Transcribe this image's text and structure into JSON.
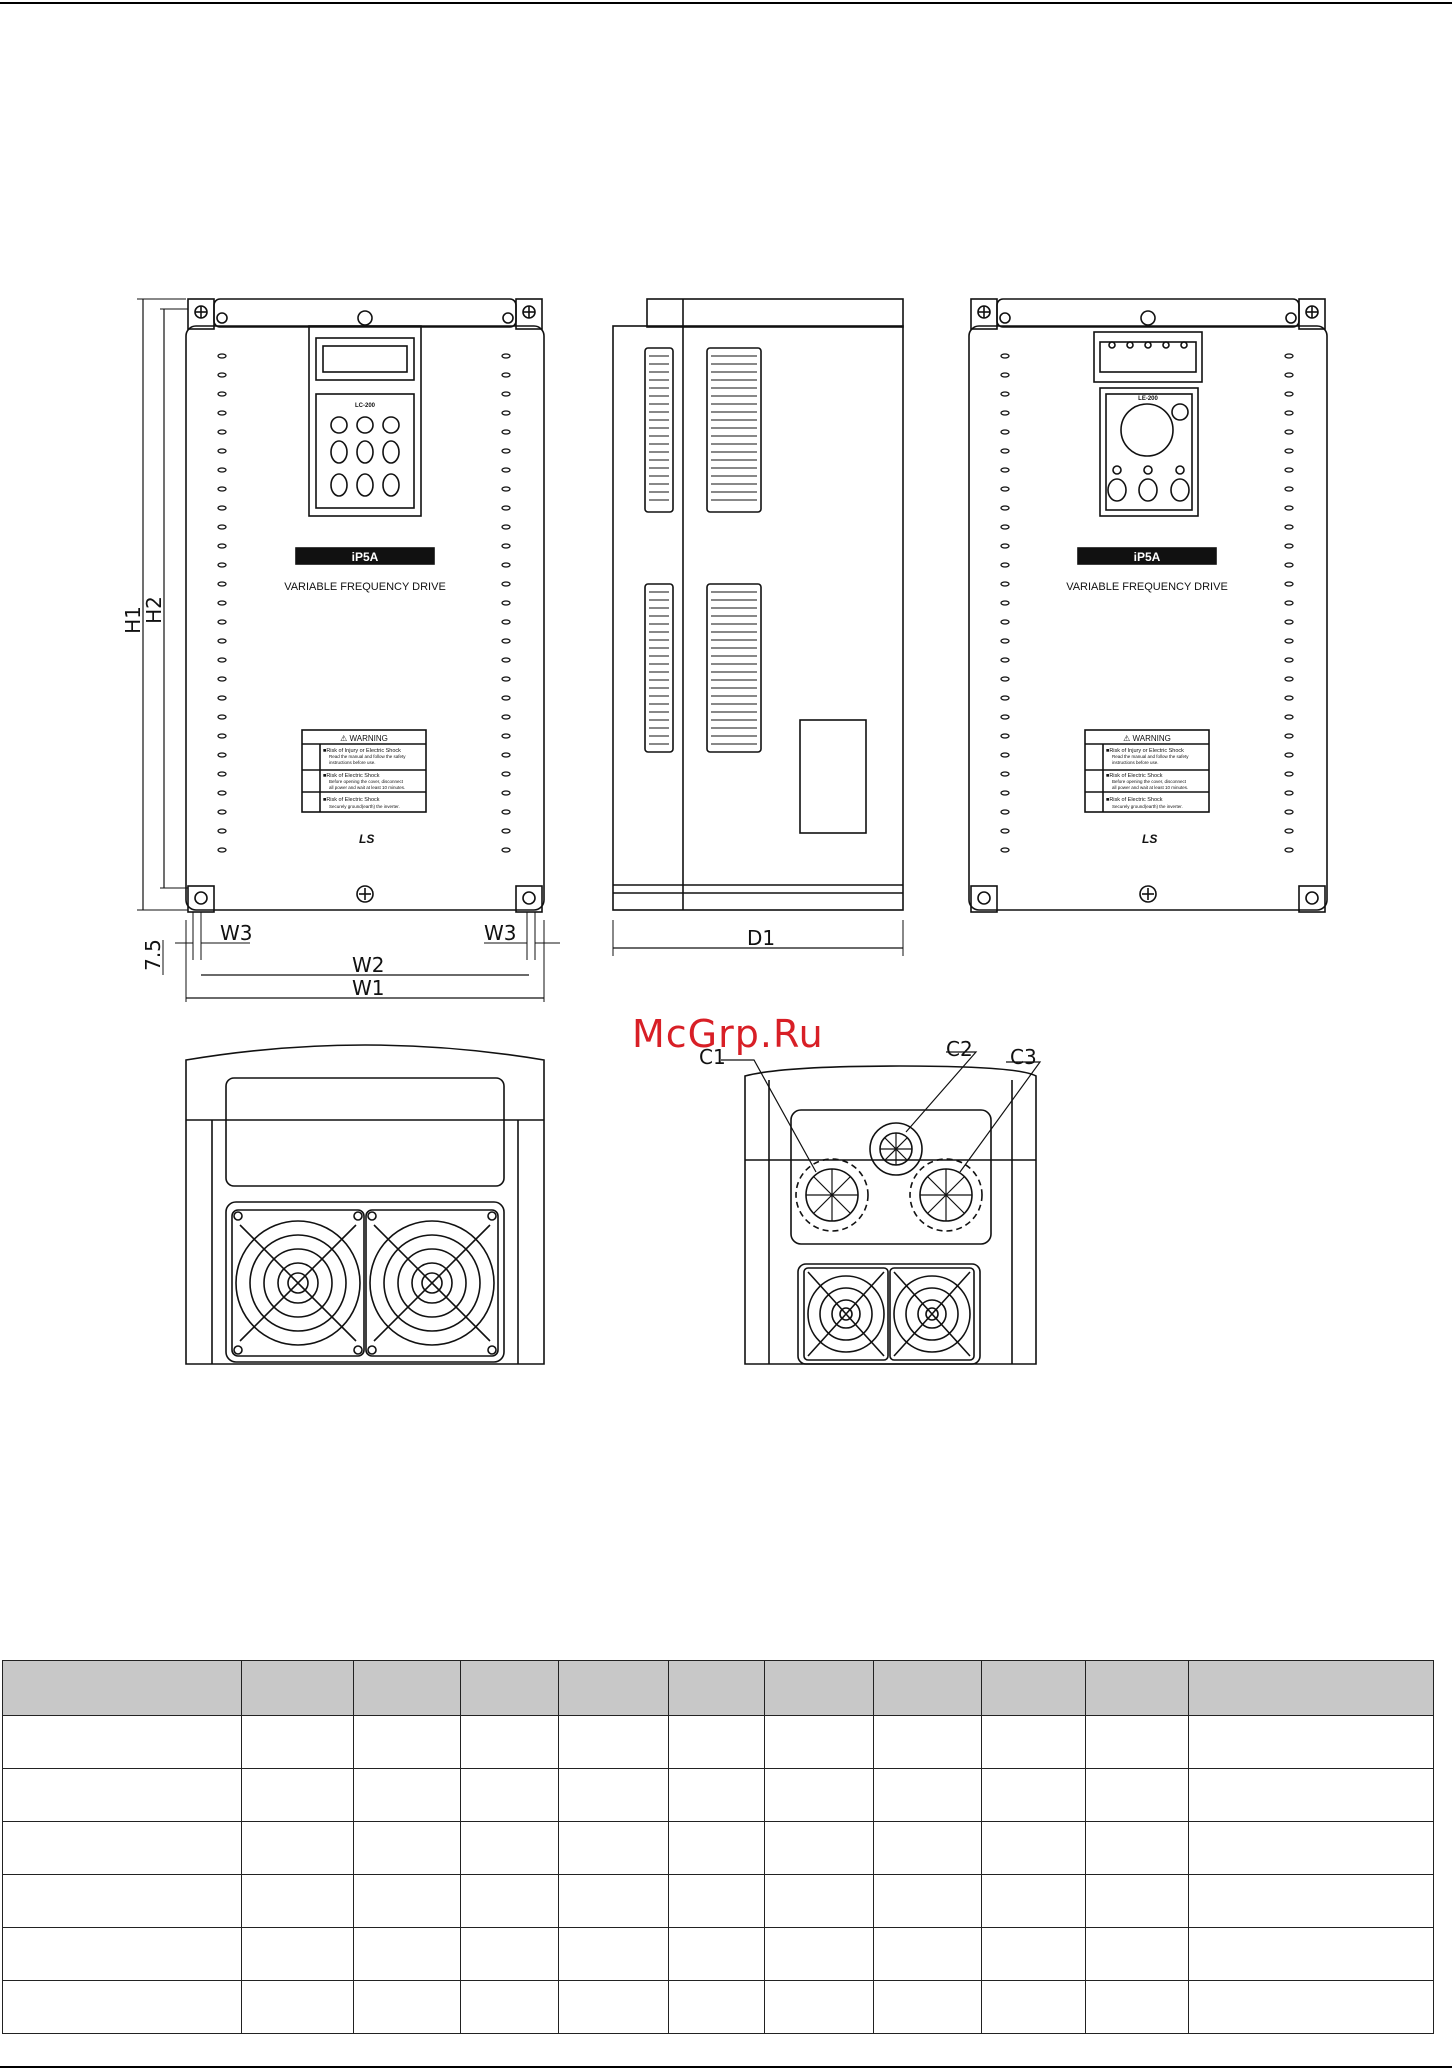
{
  "watermark": "McGrp.Ru",
  "front_view": {
    "keypad_brand": "LC-200",
    "model_badge": "iP5A",
    "subtitle": "VARIABLE FREQUENCY DRIVE",
    "warning_title": "⚠ WARNING",
    "warning_lines": [
      "■Risk of Injury or Electric Shock",
      "Read the manual and follow the safety",
      "instructions before use.",
      "■Risk of Electric Shock",
      "Before opening the cover, disconnect",
      "all power and wait at least 10 minutes.",
      "■Risk of Electric Shock",
      "Securely ground(earth) the inverter."
    ],
    "logo": "LS"
  },
  "right_view": {
    "keypad_brand": "LE-200",
    "model_badge": "iP5A",
    "subtitle": "VARIABLE FREQUENCY DRIVE",
    "logo": "LS"
  },
  "dimensions": {
    "h1": "H1",
    "h2": "H2",
    "w1": "W1",
    "w2": "W2",
    "w3_left": "W3",
    "w3_right": "W3",
    "d1": "D1",
    "margin": "7.5",
    "c1": "C1",
    "c2": "C2",
    "c3": "C3"
  },
  "table": {
    "columns": 11,
    "header": [
      "",
      "",
      "",
      "",
      "",
      "",
      "",
      "",
      "",
      "",
      ""
    ],
    "rows": [
      [
        "",
        "",
        "",
        "",
        "",
        "",
        "",
        "",
        "",
        "",
        ""
      ],
      [
        "",
        "",
        "",
        "",
        "",
        "",
        "",
        "",
        "",
        "",
        ""
      ],
      [
        "",
        "",
        "",
        "",
        "",
        "",
        "",
        "",
        "",
        "",
        ""
      ],
      [
        "",
        "",
        "",
        "",
        "",
        "",
        "",
        "",
        "",
        "",
        ""
      ],
      [
        "",
        "",
        "",
        "",
        "",
        "",
        "",
        "",
        "",
        "",
        ""
      ],
      [
        "",
        "",
        "",
        "",
        "",
        "",
        "",
        "",
        "",
        "",
        ""
      ]
    ]
  },
  "colors": {
    "ink": "#111111",
    "watermark": "#d81f26",
    "table_header": "#c8c8c8"
  }
}
